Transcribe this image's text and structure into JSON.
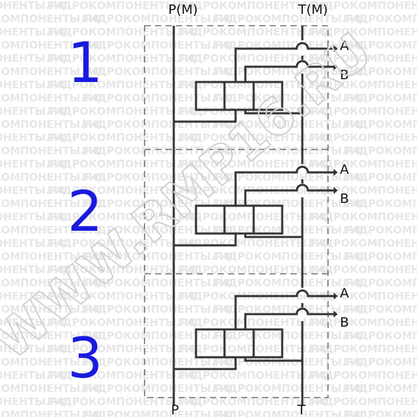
{
  "watermark": {
    "text": "ГИДРОКОМПОНЕНТЫ.РФ",
    "url": "WWW.RMP16.RU"
  },
  "ports": {
    "top_left": "P(M)",
    "top_right": "T(M)",
    "bottom_left": "P",
    "bottom_right": "T"
  },
  "sections": [
    {
      "number": "1",
      "port_a": "A",
      "port_b": "B"
    },
    {
      "number": "2",
      "port_a": "A",
      "port_b": "B"
    },
    {
      "number": "3",
      "port_a": "A",
      "port_b": "B"
    }
  ]
}
